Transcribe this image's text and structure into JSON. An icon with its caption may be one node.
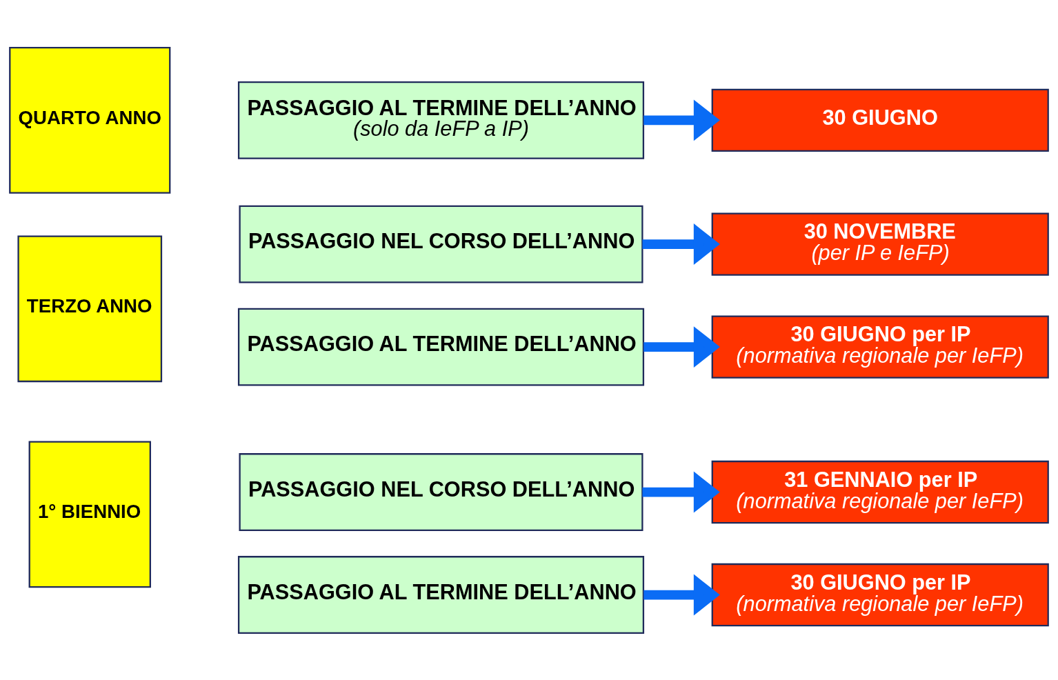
{
  "diagram": {
    "nodes": [
      {
        "text": [
          "1° BIENNIO"
        ]
      },
      {
        "text": [
          "PASSAGGIO NEL CORSO DELL’ANNO"
        ]
      },
      {
        "text": [
          "31 GENNAIO per IP",
          "(normativa regionale per IeFP)"
        ]
      },
      {
        "text": [
          "PASSAGGIO AL TERMINE DELL’ANNO"
        ]
      },
      {
        "text": [
          "30 GIUGNO per IP",
          "(normativa regionale per IeFP)"
        ]
      },
      {
        "text": [
          "TERZO ANNO"
        ]
      },
      {
        "text": [
          "PASSAGGIO NEL CORSO DELL’ANNO"
        ]
      },
      {
        "text": [
          "30 NOVEMBRE",
          "(per IP e IeFP)"
        ]
      },
      {
        "text": [
          "PASSAGGIO AL TERMINE DELL’ANNO"
        ]
      },
      {
        "text": [
          "30 GIUGNO per IP",
          "(normativa regionale per IeFP)"
        ]
      },
      {
        "text": [
          "QUARTO ANNO"
        ]
      },
      {
        "text": [
          "PASSAGGIO AL TERMINE DELL’ANNO",
          "(solo da IeFP a IP)"
        ]
      },
      {
        "text": [
          "30 GIUGNO"
        ]
      }
    ],
    "edges": [
      {
        "from": 1,
        "to": 2,
        "arrow": "to"
      },
      {
        "from": 3,
        "to": 4,
        "arrow": "to"
      },
      {
        "from": 6,
        "to": 7,
        "arrow": "to"
      },
      {
        "from": 8,
        "to": 9,
        "arrow": "to"
      },
      {
        "from": 11,
        "to": 12,
        "arrow": "to"
      }
    ]
  }
}
